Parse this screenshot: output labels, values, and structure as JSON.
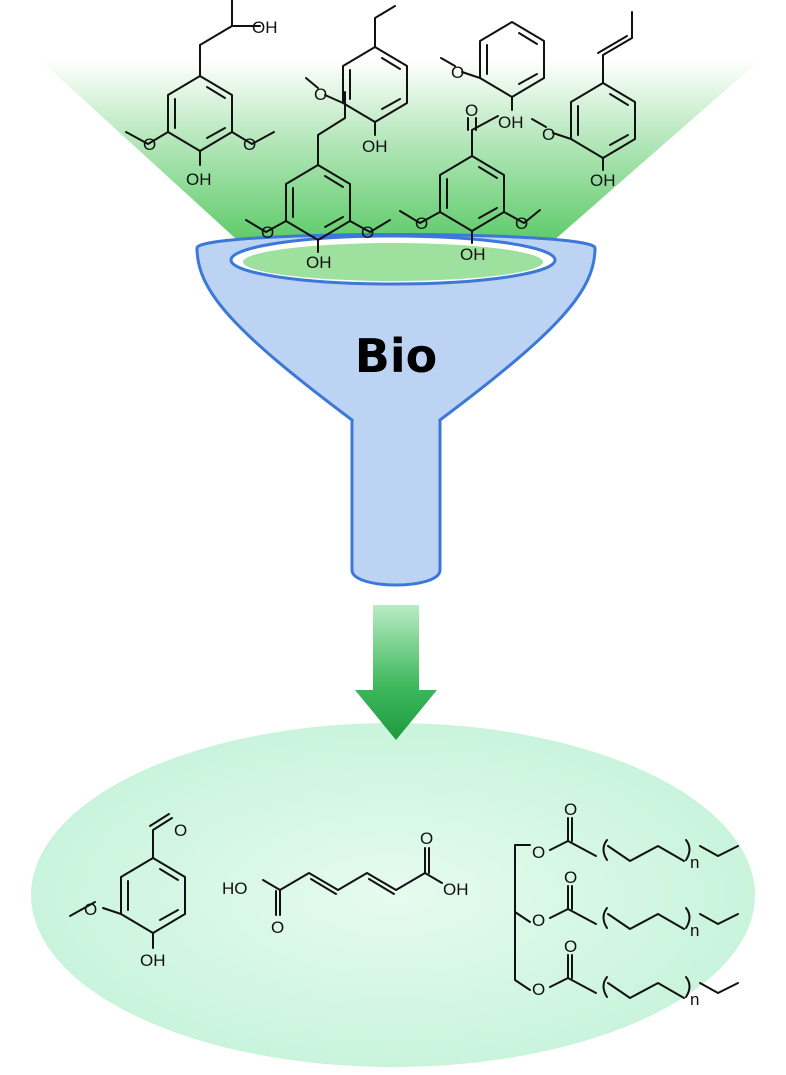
{
  "funnel": {
    "label": "Bio",
    "fill_color": "#bcd3f3",
    "stroke_color": "#3b78d8"
  },
  "arrow": {
    "color": "#2aa84a"
  },
  "glow": {
    "color": "#3cc04a"
  },
  "product_zone": {
    "color": "#d9f8e6"
  },
  "atom_labels": {
    "oh": "OH",
    "ho": "HO",
    "o": "O",
    "n": "n"
  }
}
